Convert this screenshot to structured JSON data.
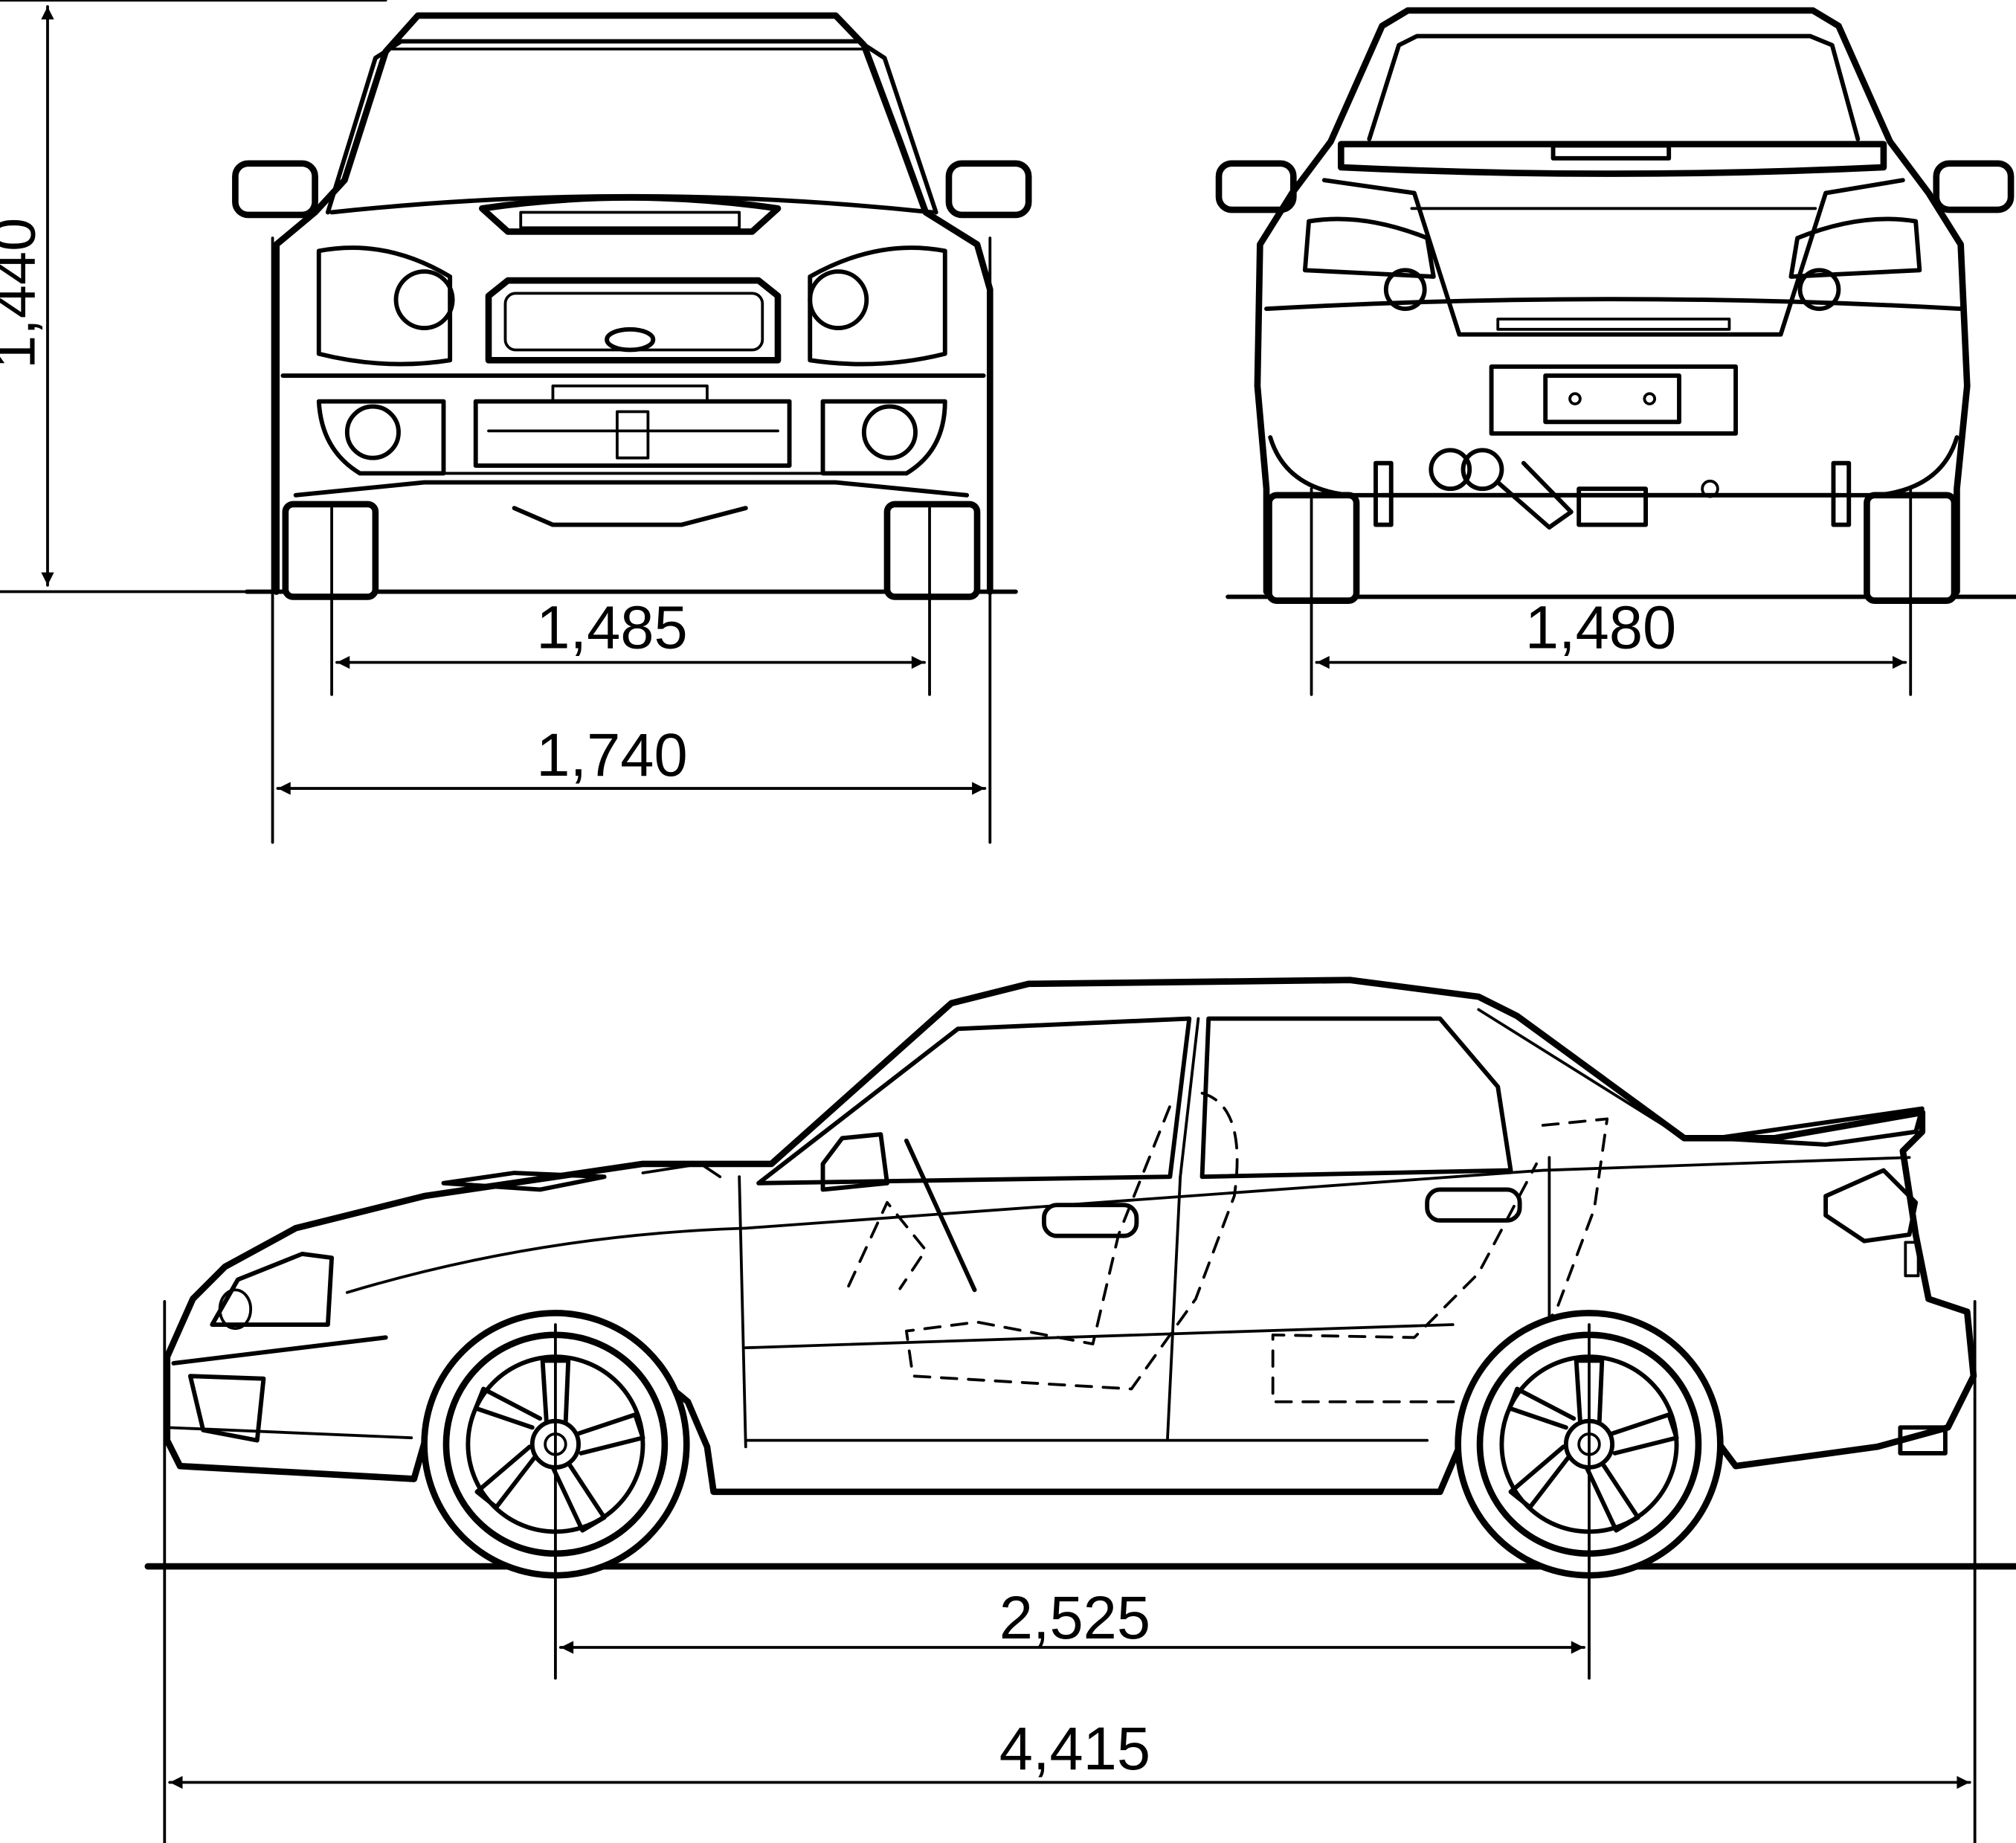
{
  "dimensions": {
    "height": "1,440",
    "front_track": "1,485",
    "width": "1,740",
    "rear_track": "1,480",
    "wheelbase": "2,525",
    "length": "4,415"
  }
}
